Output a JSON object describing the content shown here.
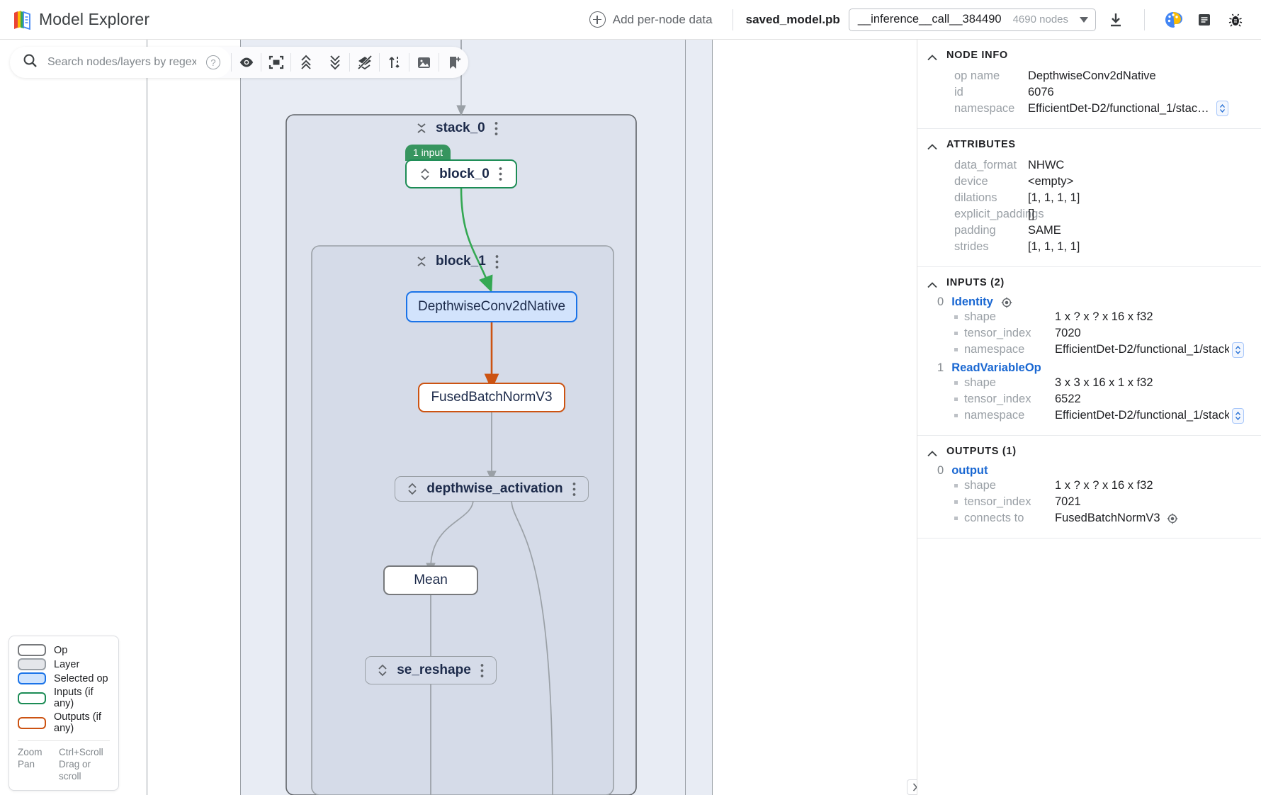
{
  "app": {
    "title": "Model Explorer",
    "logo_icon": "books-logo-icon"
  },
  "topbar": {
    "add_per_node_data_label": "Add per-node data",
    "model_name": "saved_model.pb",
    "graph_select": {
      "name": "__inference__call__384490",
      "node_count": "4690 nodes",
      "caret_icon": "chevron-down-icon"
    },
    "actions": [
      {
        "name": "download-icon",
        "title": "Download"
      },
      {
        "name": "palette-icon",
        "title": "Color theme"
      },
      {
        "name": "document-icon",
        "title": "Notes"
      },
      {
        "name": "bug-icon",
        "title": "Report bug"
      }
    ]
  },
  "search": {
    "placeholder": "Search nodes/layers by regex",
    "value": "",
    "search_icon": "search-icon",
    "help_icon": "question-mark-icon",
    "help_glyph": "?"
  },
  "toolbar": {
    "buttons": [
      {
        "name": "visibility-eye-icon",
        "title": "Toggle visibility"
      },
      {
        "name": "fit-to-screen-icon",
        "title": "Fit to screen"
      },
      {
        "name": "expand-all-icon",
        "title": "Expand all layers"
      },
      {
        "name": "collapse-all-icon",
        "title": "Collapse all layers"
      },
      {
        "name": "layers-off-icon",
        "title": "Hide layer nodes"
      },
      {
        "name": "flip-direction-icon",
        "title": "Flip layout direction"
      },
      {
        "name": "snapshot-image-icon",
        "title": "Download snapshot"
      },
      {
        "name": "bookmark-add-icon",
        "title": "Add bookmark"
      }
    ]
  },
  "graph": {
    "groups": [
      {
        "label": "stack_0",
        "collapse_icon": "collapse-chevrons-icon",
        "menu_icon": "more-vert-icon"
      },
      {
        "label": "block_1",
        "collapse_icon": "collapse-chevrons-icon",
        "menu_icon": "more-vert-icon"
      }
    ],
    "nodes": [
      {
        "label": "block_0",
        "kind": "layer-input",
        "badge": "1 input",
        "expand_icon": "expand-chevrons-icon",
        "menu_icon": "more-vert-icon"
      },
      {
        "label": "DepthwiseConv2dNative",
        "kind": "op-selected"
      },
      {
        "label": "FusedBatchNormV3",
        "kind": "op-output"
      },
      {
        "label": "depthwise_activation",
        "kind": "layer",
        "expand_icon": "expand-chevrons-icon",
        "menu_icon": "more-vert-icon"
      },
      {
        "label": "Mean",
        "kind": "op"
      },
      {
        "label": "se_reshape",
        "kind": "layer",
        "expand_icon": "expand-chevrons-icon",
        "menu_icon": "more-vert-icon"
      }
    ],
    "edge_colors": {
      "default": "#9aa0a6",
      "input": "#34a853",
      "output": "#cc5312"
    }
  },
  "legend": {
    "items": [
      {
        "label": "Op",
        "fill": "#ffffff",
        "stroke": "#77797c"
      },
      {
        "label": "Layer",
        "fill": "#e4e6ea",
        "stroke": "#9aa0a6"
      },
      {
        "label": "Selected op",
        "fill": "#cfe3fd",
        "stroke": "#1a73e8"
      },
      {
        "label": "Inputs (if any)",
        "fill": "#ffffff",
        "stroke": "#1c8c55"
      },
      {
        "label": "Outputs (if any)",
        "fill": "#ffffff",
        "stroke": "#cc5312"
      }
    ],
    "shortcuts": [
      {
        "action": "Zoom",
        "keys": "Ctrl+Scroll"
      },
      {
        "action": "Pan",
        "keys": "Drag or scroll"
      }
    ]
  },
  "panel": {
    "collapse_handle_icon": "chevron-right-icon",
    "node_info": {
      "title": "NODE INFO",
      "chevron_icon": "chevron-up-icon",
      "rows": [
        {
          "key": "op name",
          "value": "DepthwiseConv2dNative",
          "expander": false
        },
        {
          "key": "id",
          "value": "6076",
          "expander": false
        },
        {
          "key": "namespace",
          "value": "EfficientDet-D2/functional_1/stack_...",
          "expander": true
        }
      ]
    },
    "attributes": {
      "title": "ATTRIBUTES",
      "chevron_icon": "chevron-up-icon",
      "rows": [
        {
          "key": "data_format",
          "value": "NHWC"
        },
        {
          "key": "device",
          "value": "<empty>"
        },
        {
          "key": "dilations",
          "value": "[1, 1, 1, 1]"
        },
        {
          "key": "explicit_paddings",
          "value": "[]"
        },
        {
          "key": "padding",
          "value": "SAME"
        },
        {
          "key": "strides",
          "value": "[1, 1, 1, 1]"
        }
      ]
    },
    "inputs": {
      "title": "INPUTS (2)",
      "chevron_icon": "chevron-up-icon",
      "items": [
        {
          "index": "0",
          "name": "Identity",
          "locate_icon": "locate-target-icon",
          "has_locate": true,
          "rows": [
            {
              "key": "shape",
              "value": "1 x ? x ? x 16 x f32",
              "expander": false
            },
            {
              "key": "tensor_index",
              "value": "7020",
              "expander": false
            },
            {
              "key": "namespace",
              "value": "EfficientDet-D2/functional_1/stack_...",
              "expander": true
            }
          ]
        },
        {
          "index": "1",
          "name": "ReadVariableOp",
          "has_locate": false,
          "rows": [
            {
              "key": "shape",
              "value": "3 x 3 x 16 x 1 x f32",
              "expander": false
            },
            {
              "key": "tensor_index",
              "value": "6522",
              "expander": false
            },
            {
              "key": "namespace",
              "value": "EfficientDet-D2/functional_1/stack_...",
              "expander": true
            }
          ]
        }
      ]
    },
    "outputs": {
      "title": "OUTPUTS (1)",
      "chevron_icon": "chevron-up-icon",
      "items": [
        {
          "index": "0",
          "name": "output",
          "has_locate": false,
          "rows": [
            {
              "key": "shape",
              "value": "1 x ? x ? x 16 x f32",
              "expander": false
            },
            {
              "key": "tensor_index",
              "value": "7021",
              "expander": false
            },
            {
              "key": "connects to",
              "value": "FusedBatchNormV3",
              "expander": false,
              "locate": true
            }
          ]
        }
      ]
    }
  }
}
